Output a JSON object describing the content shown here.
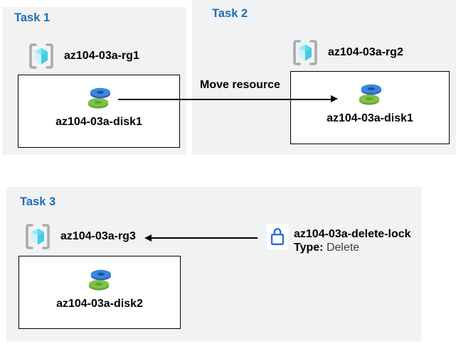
{
  "colors": {
    "title_blue": "#1F6FB5",
    "panel_task1_bg": "#F2F2F2",
    "panel_task2_bg": "#F1F2F4",
    "panel_task3_bg": "#F1F2F4",
    "box_border": "#000000",
    "arrow": "#000000",
    "bracket_gray": "#ABABAB",
    "cube_top_left": "#9BE7F4",
    "cube_top_right": "#53D9ED",
    "cube_bottom_left": "#CFF3FA",
    "cube_bottom_right": "#44CBE2",
    "disk_blue_top": "#3A87DC",
    "disk_blue_side": "#2B62B6",
    "disk_blue_hole": "#1C4F9C",
    "disk_green_top": "#7FC147",
    "disk_green_side": "#62A134",
    "disk_green_hole": "#5FA32F",
    "lock_blue": "#2A70D6"
  },
  "tasks": [
    {
      "title": "Task 1",
      "resource_group": "az104-03a-rg1",
      "resource": "az104-03a-disk1"
    },
    {
      "title": "Task 2",
      "resource_group": "az104-03a-rg2",
      "resource": "az104-03a-disk1"
    },
    {
      "title": "Task 3",
      "resource_group": "az104-03a-rg3",
      "resource": "az104-03a-disk2"
    }
  ],
  "move_arrow": {
    "label": "Move resource"
  },
  "delete_lock": {
    "name": "az104-03a-delete-lock",
    "type_label": "Type:",
    "type_value": "Delete"
  },
  "icons": {
    "resource_group": "resource-group-icon",
    "disk": "disk-icon",
    "lock": "lock-icon"
  }
}
